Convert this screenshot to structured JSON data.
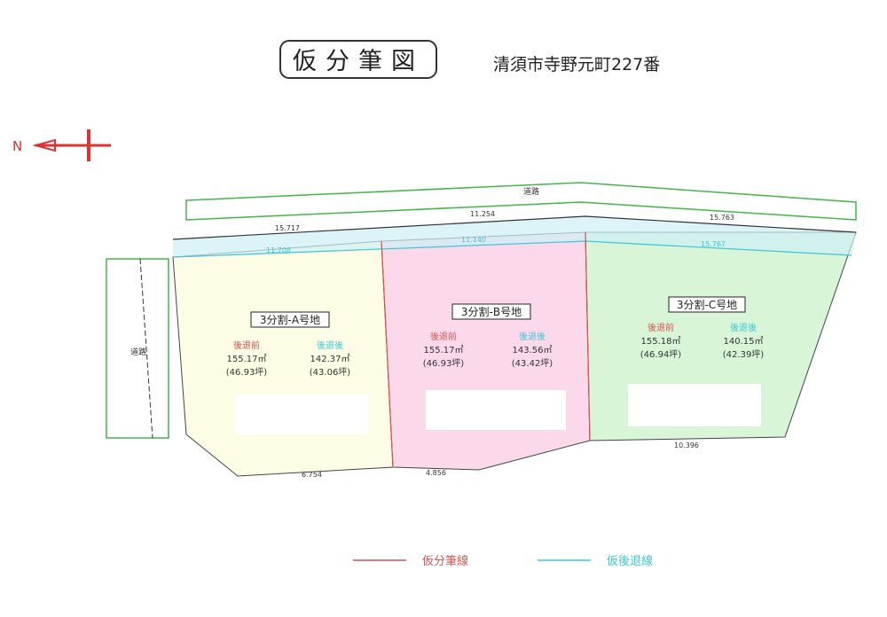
{
  "title": "仮分筆図",
  "address": "清須市寺野元町227番",
  "north_label": "N",
  "road_label": "道路",
  "colors": {
    "lot_a": "#fdfde6",
    "lot_b": "#fbd9ea",
    "lot_c": "#d8f5d8",
    "division_line": "#d9534f",
    "setback_line": "#3cc6d8",
    "road_line": "#43b54a"
  },
  "dimensions": {
    "top_a": "15.717",
    "top_b": "11.254",
    "top_c": "15.763",
    "seg_a": "11.708",
    "seg_b": "11.140",
    "seg_c": "15.767",
    "bottom_a": "6.754",
    "bottom_b": "4.856",
    "bottom_c": "10.396"
  },
  "lots": [
    {
      "name": "3分割-A号地",
      "before_label": "後退前",
      "before_area": "155.17㎡",
      "before_tsubo": "(46.93坪)",
      "after_label": "後退後",
      "after_area": "142.37㎡",
      "after_tsubo": "(43.06坪)"
    },
    {
      "name": "3分割-B号地",
      "before_label": "後退前",
      "before_area": "155.17㎡",
      "before_tsubo": "(46.93坪)",
      "after_label": "後退後",
      "after_area": "143.56㎡",
      "after_tsubo": "(43.42坪)"
    },
    {
      "name": "3分割-C号地",
      "before_label": "後退前",
      "before_area": "155.18㎡",
      "before_tsubo": "(46.94坪)",
      "after_label": "後退後",
      "after_area": "140.15㎡",
      "after_tsubo": "(42.39坪)"
    }
  ],
  "legend": [
    {
      "label": "仮分筆線",
      "color": "#d9534f"
    },
    {
      "label": "仮後退線",
      "color": "#3cc6d8"
    }
  ]
}
